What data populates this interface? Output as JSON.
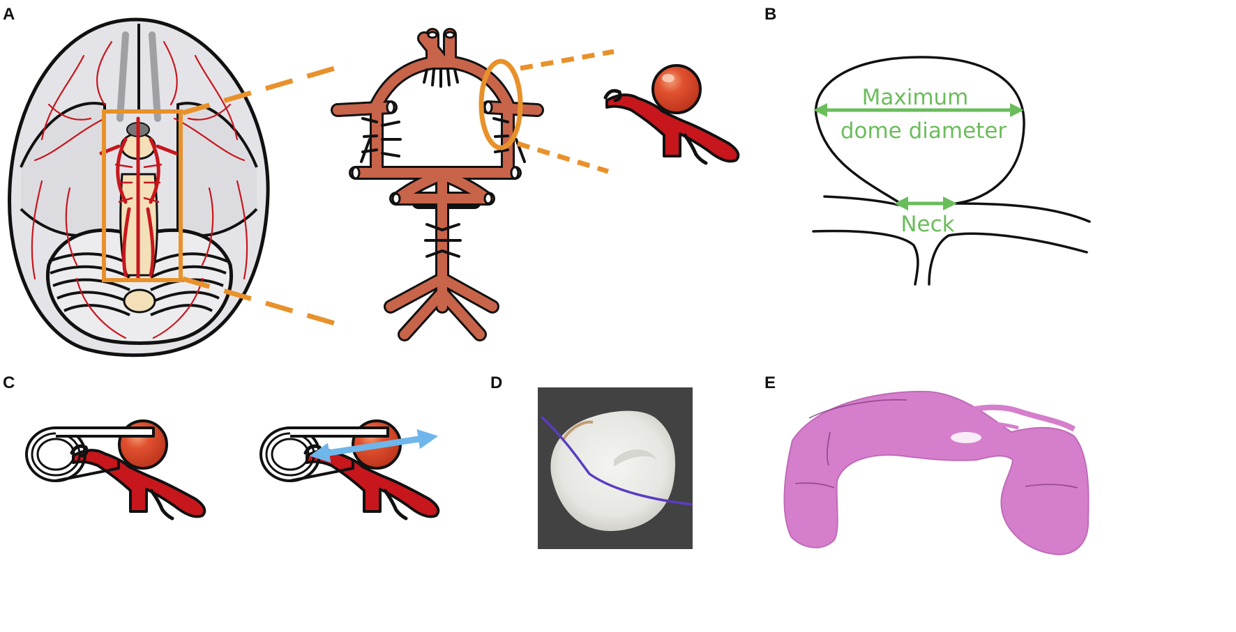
{
  "panels": {
    "a": {
      "label": "A"
    },
    "b": {
      "label": "B",
      "dome_line1": "Maximum",
      "dome_line2": "dome diameter",
      "neck": "Neck"
    },
    "c": {
      "label": "C"
    },
    "d": {
      "label": "D"
    },
    "e": {
      "label": "E"
    }
  },
  "colors": {
    "highlight_orange": "#e8912b",
    "measure_green": "#6bbd5b",
    "measure_blue": "#6fb6ea",
    "artery_red": "#c8161d",
    "vessel_salmon": "#c8644a",
    "aneurysm_red": "#d8412b",
    "brain_gray": "#e4e4e8",
    "histology_pink": "#d57fcc"
  },
  "icons": {
    "brain": "brain-base-illustration-icon",
    "circle_of_willis": "circle-of-willis-icon",
    "aneurysm": "aneurysm-icon",
    "clip": "aneurysm-clip-icon",
    "specimen": "specimen-photo-icon",
    "histology": "histology-section-icon"
  }
}
